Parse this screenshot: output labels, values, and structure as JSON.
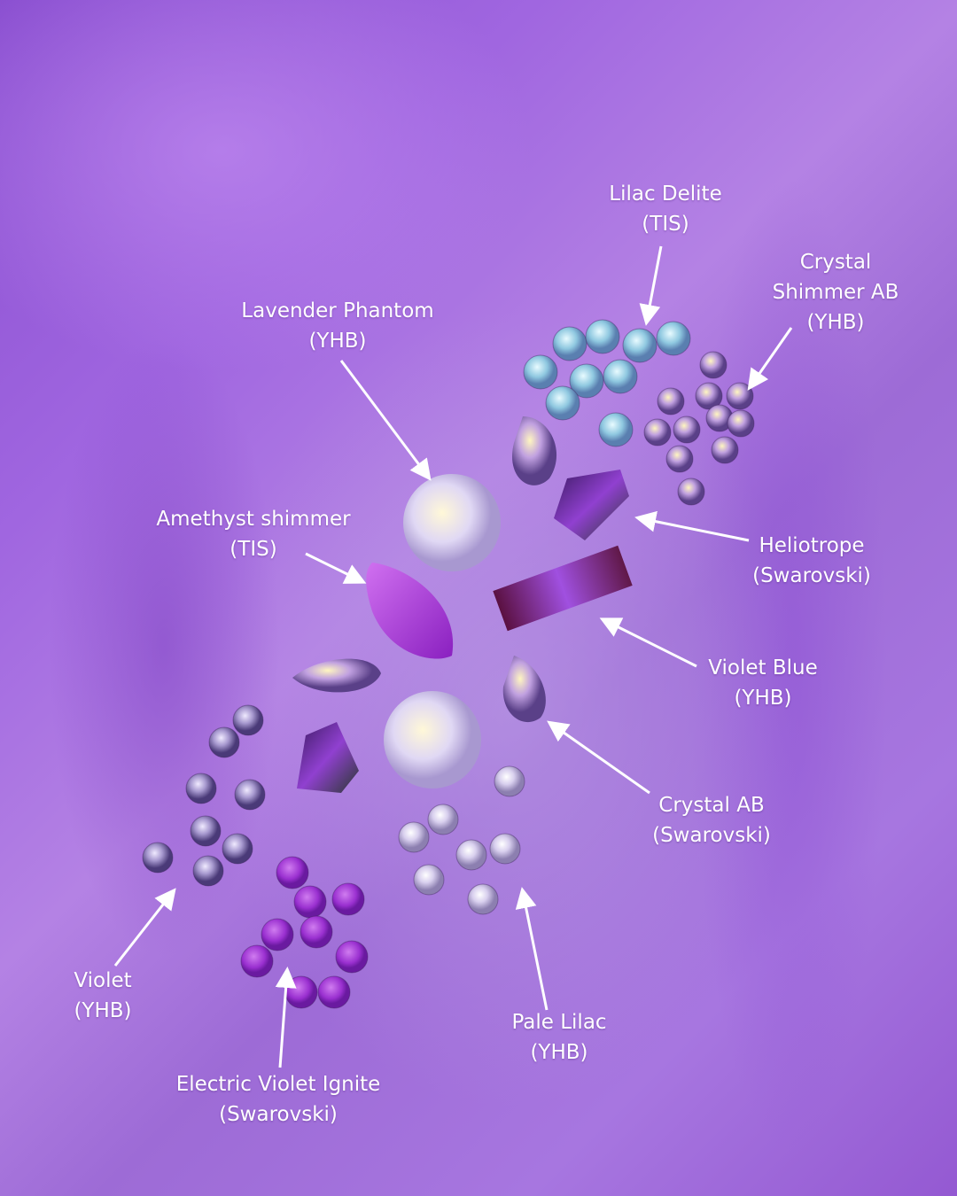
{
  "labels": [
    {
      "name": "Lilac Delite",
      "brand": "(TIS)"
    },
    {
      "name": "Crystal Shimmer AB",
      "line1": "Crystal",
      "line2": "Shimmer AB",
      "brand": "(YHB)"
    },
    {
      "name": "Lavender Phantom",
      "brand": "(YHB)"
    },
    {
      "name": "Amethyst shimmer",
      "brand": "(TIS)"
    },
    {
      "name": "Heliotrope",
      "brand": "(Swarovski)"
    },
    {
      "name": "Violet Blue",
      "brand": "(YHB)"
    },
    {
      "name": "Crystal AB",
      "brand": "(Swarovski)"
    },
    {
      "name": "Violet",
      "brand": "(YHB)"
    },
    {
      "name": "Electric Violet Ignite",
      "brand": "(Swarovski)"
    },
    {
      "name": "Pale Lilac",
      "brand": "(YHB)"
    }
  ],
  "colors": {
    "fabric": "#a470dc",
    "satin": "#b58ee2",
    "label_text": "#ffffff"
  }
}
